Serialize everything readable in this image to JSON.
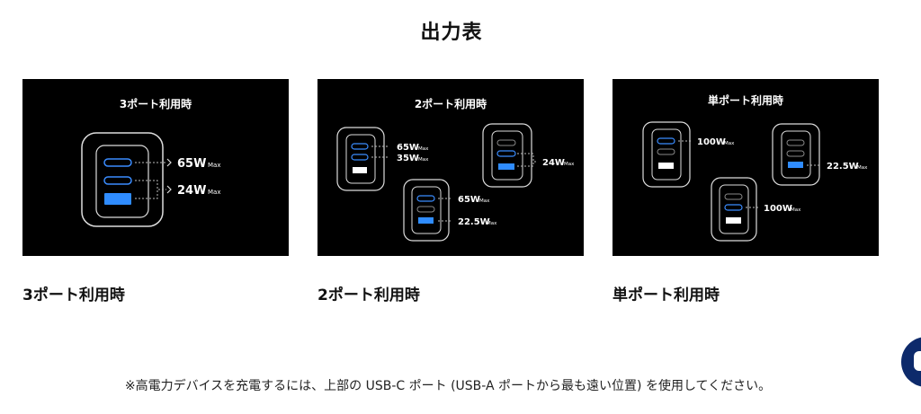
{
  "page": {
    "title": "出力表",
    "footnote": "※高電力デバイスを充電するには、上部の USB-C ポート (USB-A ポートから最も遠い位置) を使用してください。"
  },
  "cards": [
    {
      "heading": "3ポート利用時",
      "caption": "3ポート利用時",
      "labels": [
        "65W",
        "24W"
      ],
      "max": "Max"
    },
    {
      "heading": "2ポート利用時",
      "caption": "2ポート利用時",
      "labels": [
        "65W",
        "35W",
        "24W",
        "65W",
        "22.5W"
      ],
      "max": "Max"
    },
    {
      "heading": "単ポート利用時",
      "caption": "単ポート利用時",
      "labels": [
        "100W",
        "22.5W",
        "100W"
      ],
      "max": "Max"
    }
  ],
  "colors": {
    "card_bg": "#000000",
    "port_active": "#2f8cff",
    "port_outline": "#ffffff",
    "chat_button": "#0d2a6b"
  },
  "icons": [
    "charger-icon",
    "usb-c-port-icon",
    "usb-a-port-icon",
    "chat-icon"
  ]
}
